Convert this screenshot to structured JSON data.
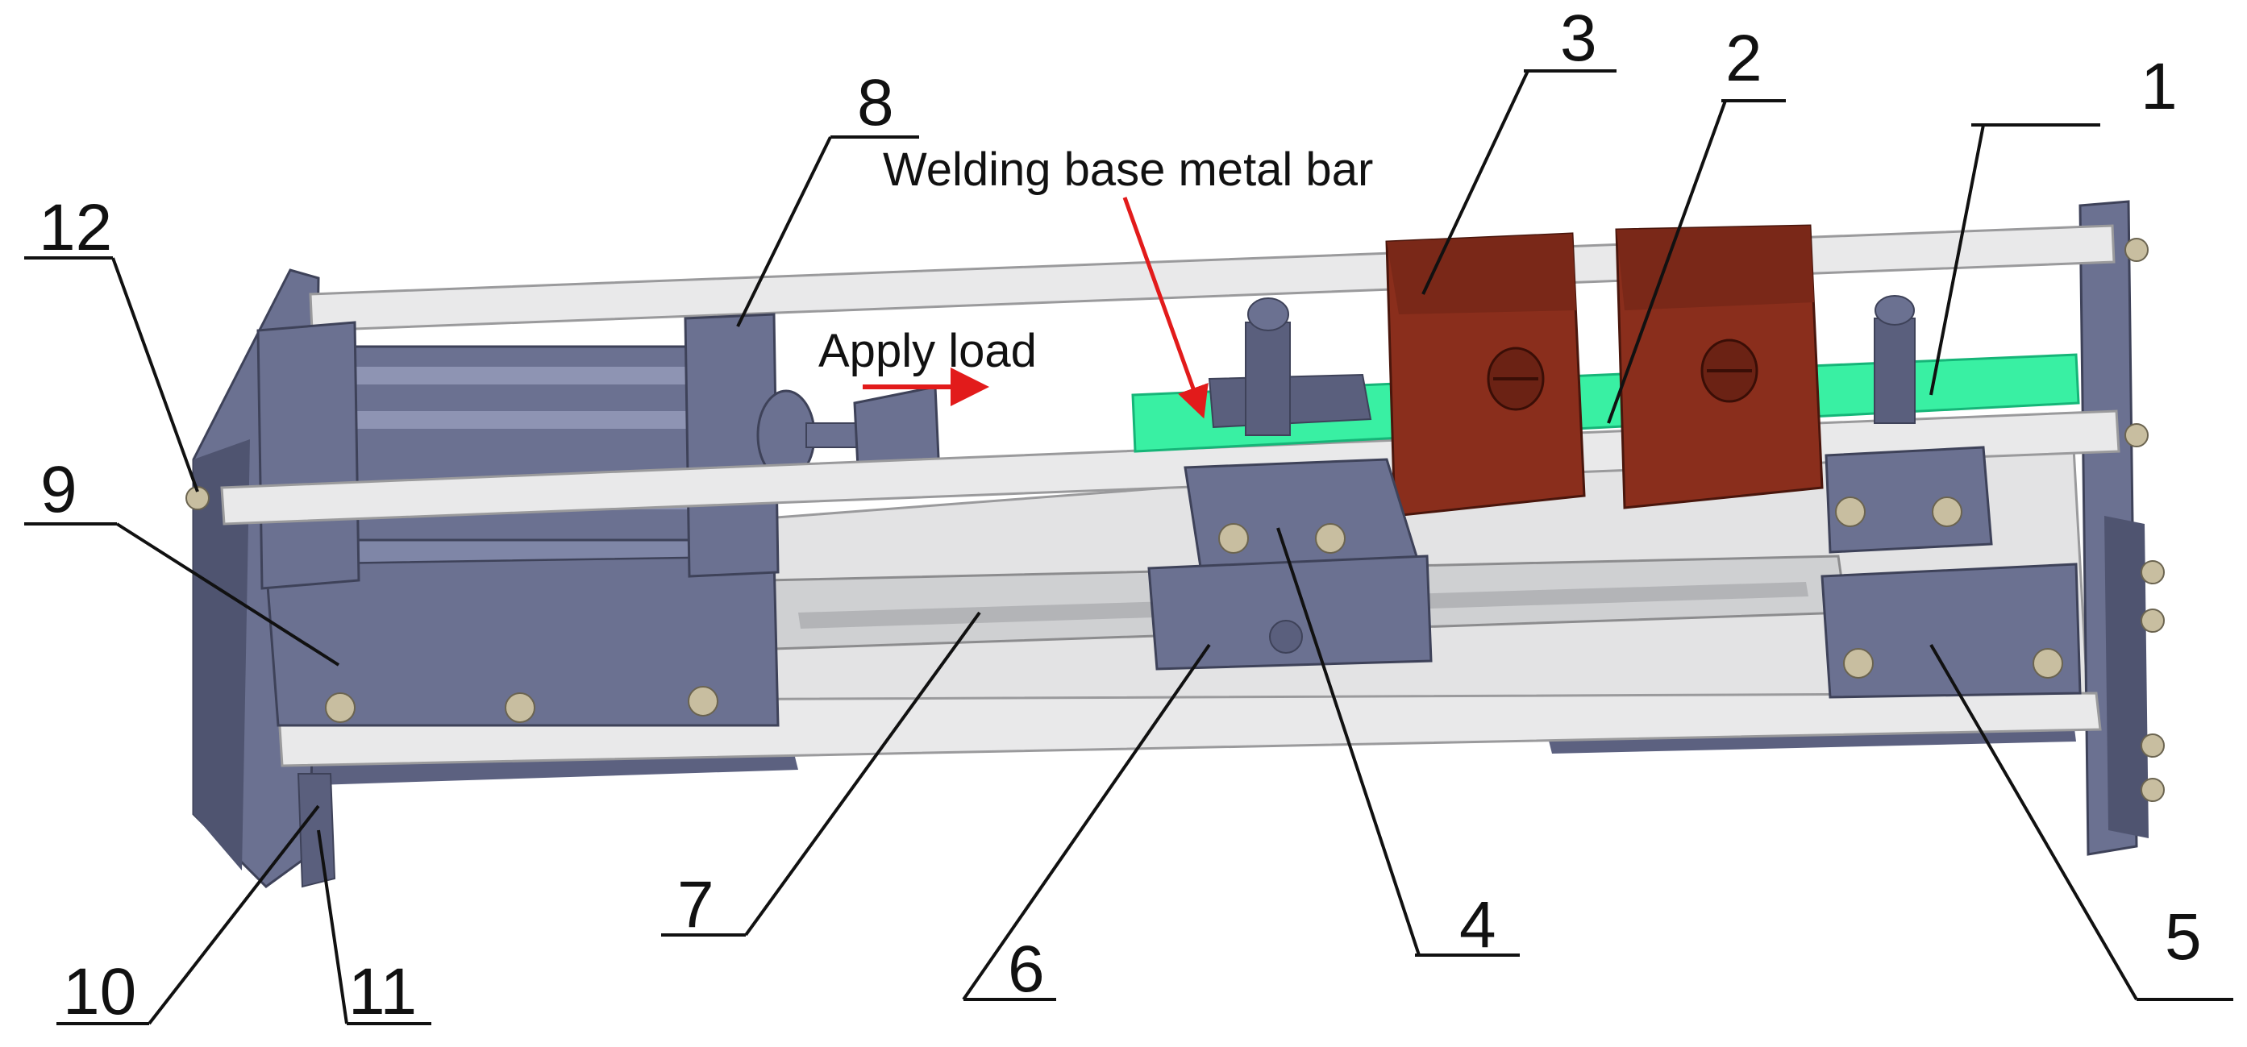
{
  "annotations": {
    "base_metal": "Welding base metal bar",
    "apply_load": "Apply load"
  },
  "part_numbers": [
    "1",
    "2",
    "3",
    "4",
    "5",
    "6",
    "7",
    "8",
    "9",
    "10",
    "11",
    "12"
  ],
  "colors": {
    "frame": "#6b7191",
    "frame_dark": "#4f5470",
    "rod": "#e9e9ea",
    "base_plate": "#e3e3e4",
    "rail": "#cfd0d2",
    "bar": "#39f0a3",
    "electrode": "#8a2e1c",
    "electrode_dark": "#6b2214",
    "bolt": "#c8bea0",
    "arrow": "#e21b1b",
    "line": "#111111"
  }
}
